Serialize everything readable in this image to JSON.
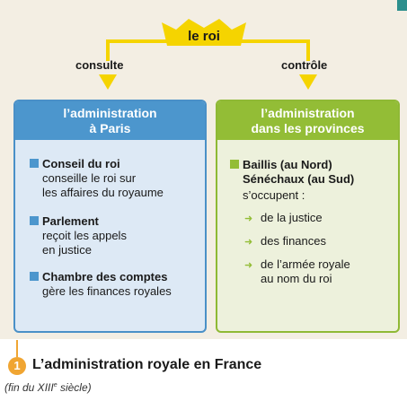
{
  "king": {
    "label": "le roi"
  },
  "relations": {
    "left": "consulte",
    "right": "contrôle"
  },
  "paris": {
    "title_line1": "l’administration",
    "title_line2": "à Paris",
    "items": [
      {
        "title": "Conseil du roi",
        "lines": [
          "conseille le roi sur",
          "les affaires du royaume"
        ]
      },
      {
        "title": "Parlement",
        "lines": [
          "reçoit les appels",
          "en justice"
        ]
      },
      {
        "title": "Chambre des comptes",
        "lines": [
          "gère les finances royales"
        ]
      }
    ]
  },
  "provinces": {
    "title_line1": "l’administration",
    "title_line2": "dans les provinces",
    "officers_line1": "Baillis (au Nord)",
    "officers_line2": "Sénéchaux (au Sud)",
    "intro": "s’occupent :",
    "duties": [
      "de la justice",
      "des finances",
      "de l’armée royale",
      "au nom du roi"
    ]
  },
  "caption": {
    "number": "1",
    "title": "L’administration royale en France",
    "subtitle_pre": "(fin du XIII",
    "subtitle_sup": "e",
    "subtitle_post": " siècle)"
  },
  "colors": {
    "crown": "#f5d400",
    "paris": "#4c96cd",
    "provinces": "#93bd36",
    "number_dot": "#f0a532",
    "background": "#f3eee3"
  },
  "icons": [
    "crown-icon",
    "square-bullet-icon",
    "arrow-bullet-icon"
  ]
}
